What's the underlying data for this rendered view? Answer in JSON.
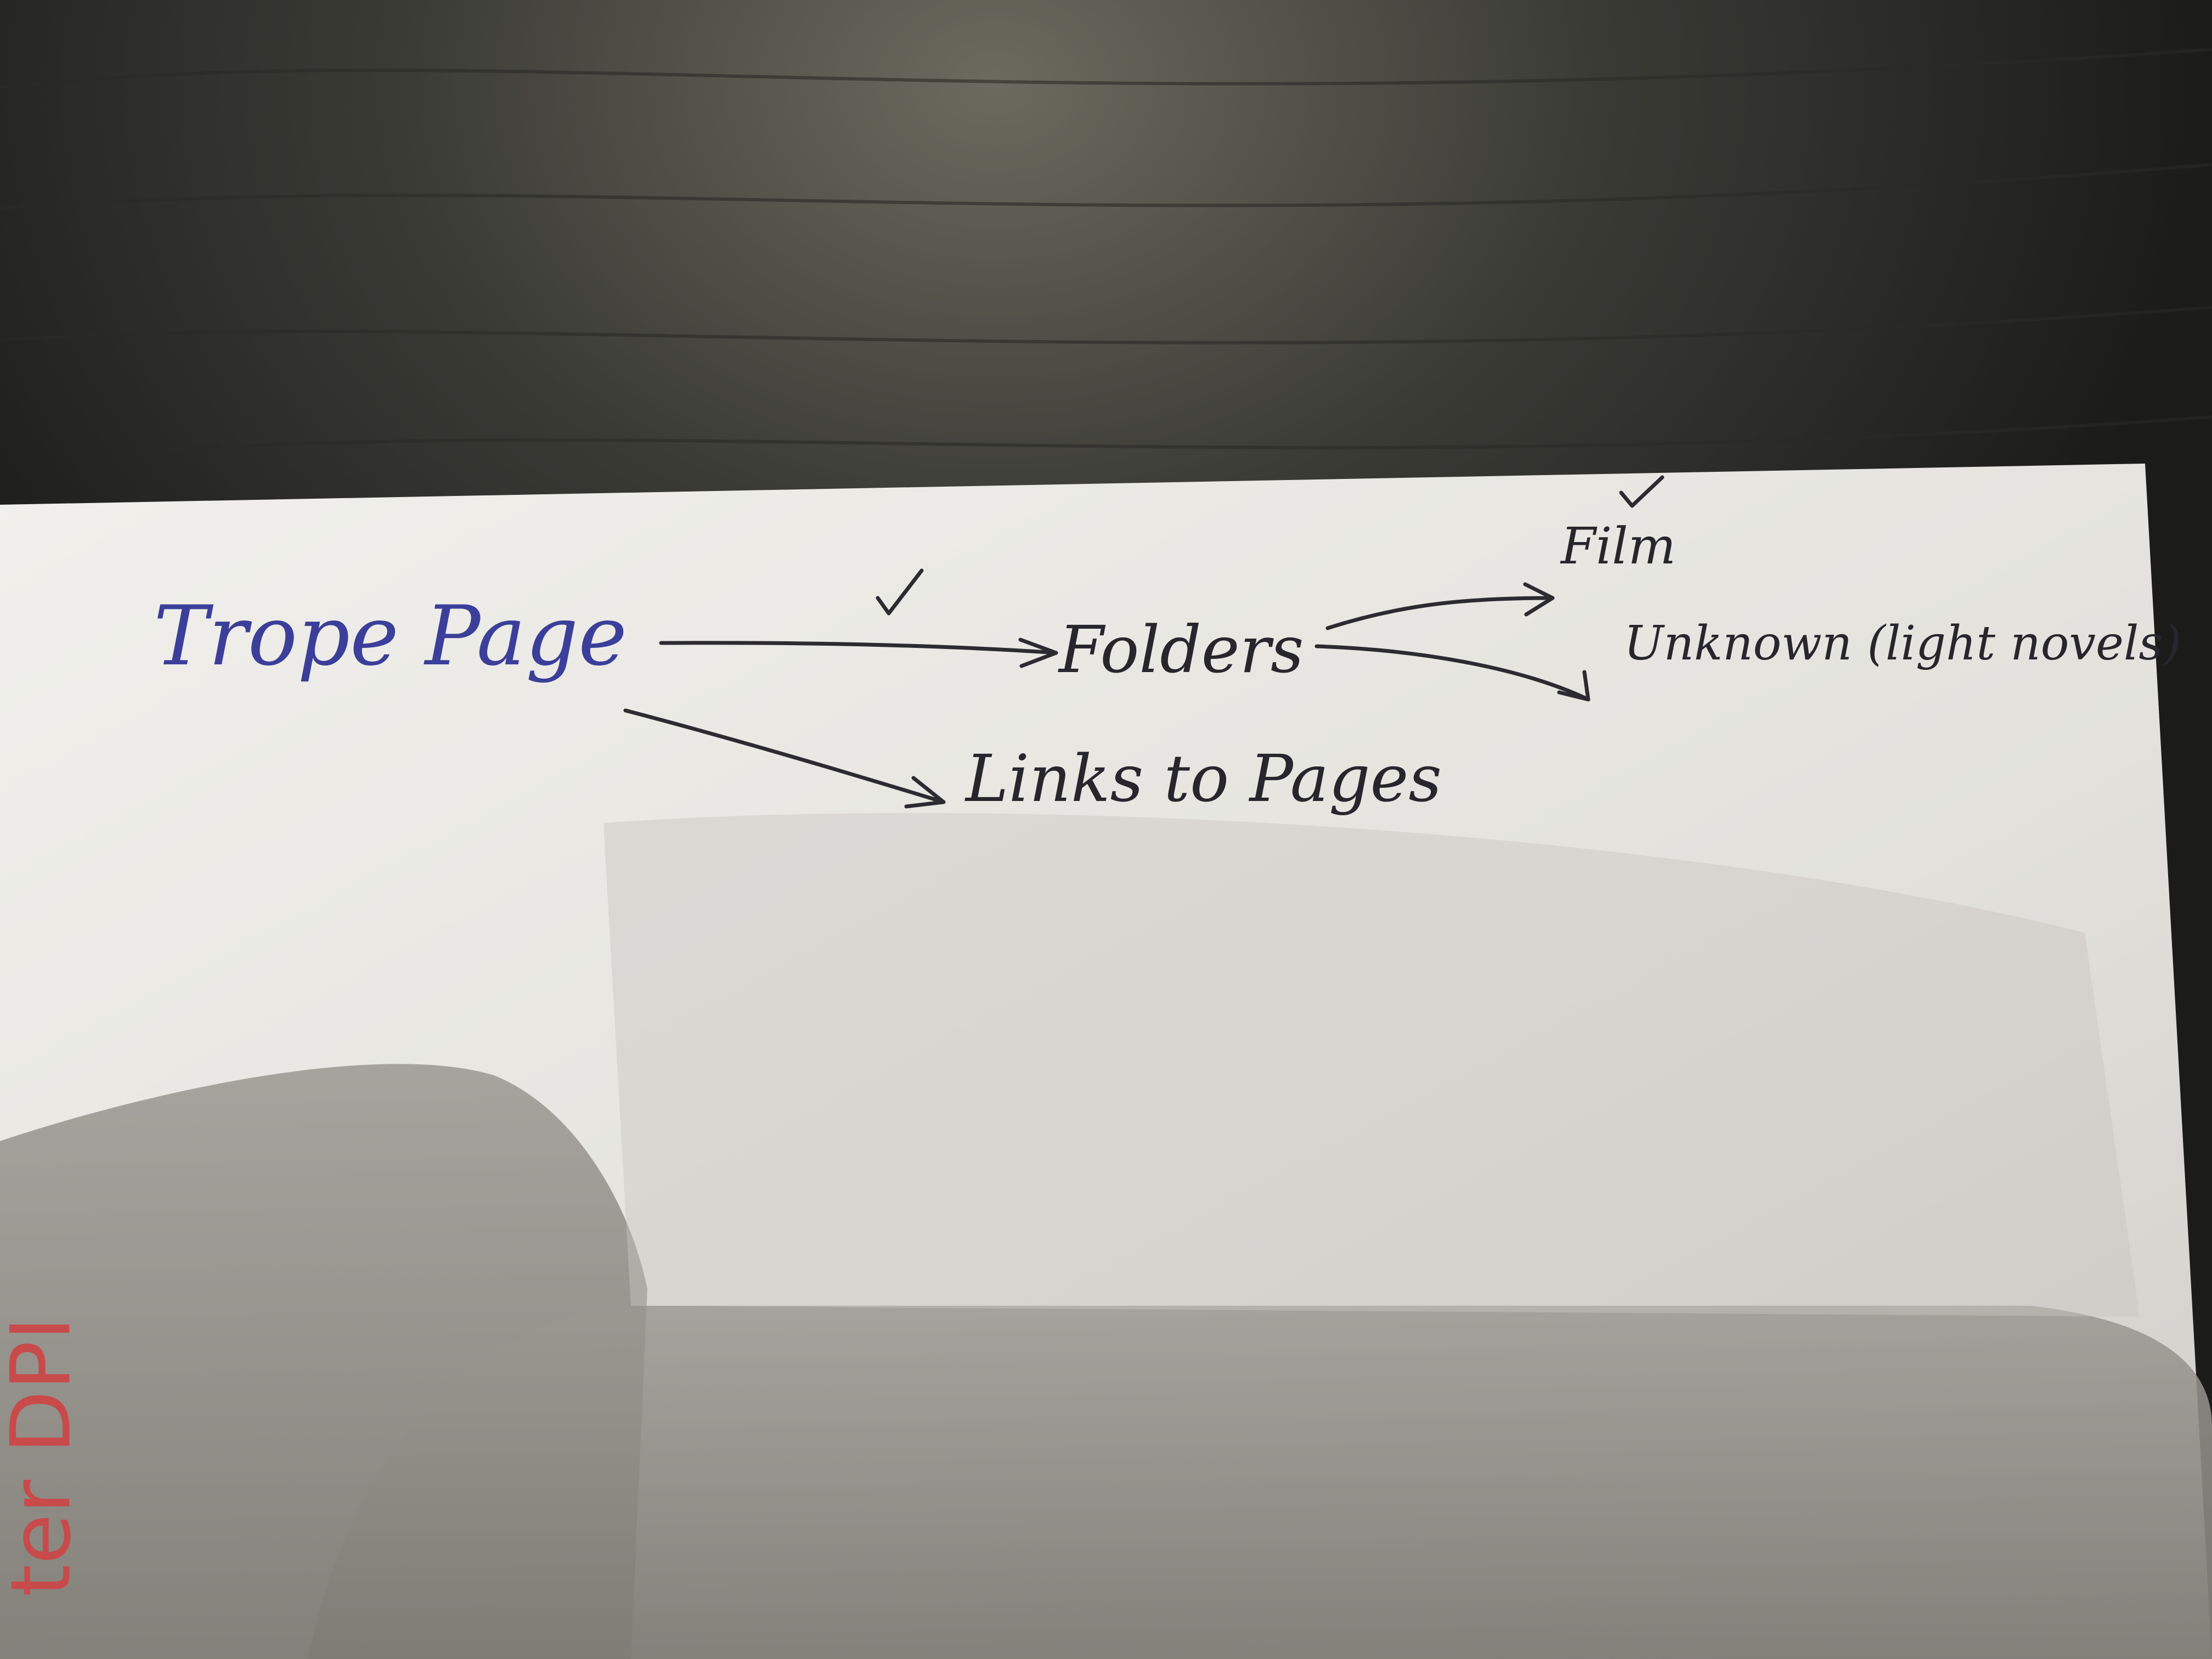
{
  "note": {
    "root": "Trope Page",
    "branches": {
      "folders": "Folders",
      "links": "Links to Pages"
    },
    "folder_children": {
      "film": "Film",
      "unknown": "Unknown (light novels)"
    },
    "check_marks": [
      "check-folders-arrow",
      "check-film"
    ]
  },
  "margin_text": "ter DPI",
  "colors": {
    "tabletop": "#1f1f1d",
    "paper_lit": "#ecebe6",
    "paper_shadow": "#8f8b85",
    "ink_blue": "#3b3f9a",
    "ink_dark": "#26262c",
    "margin_red": "#c84a4a"
  }
}
